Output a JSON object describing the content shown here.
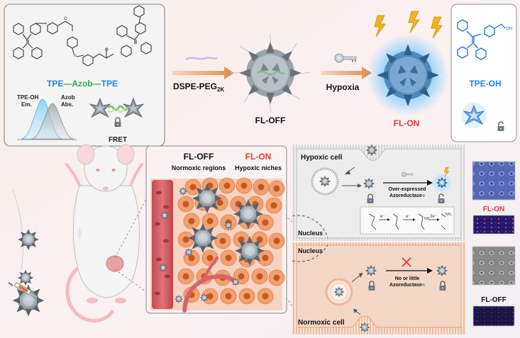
{
  "top": {
    "compound_label": {
      "tpe_left": "TPE",
      "azob": "Azob",
      "tpe_right": "TPE"
    },
    "spectrum": {
      "em_label_line1": "TPE-OH",
      "em_label_line2": "Em.",
      "abs_label_line1": "Azob",
      "abs_label_line2": "Abs."
    },
    "fret_label": "FRET",
    "step1_reagent": "DSPE-PEG",
    "step1_subscript": "2K",
    "step2_reagent": "Hypoxia",
    "fl_off_label": "FL-OFF",
    "fl_on_label": "FL-ON",
    "product_label": "TPE-OH",
    "oh_group": "OH"
  },
  "tissue": {
    "fl_off_title": "FL-OFF",
    "fl_off_sub": "Normoxic regions",
    "fl_on_title": "FL-ON",
    "fl_on_sub": "Hypoxic niches"
  },
  "cells": {
    "hypoxic_label": "Hypoxic cell",
    "over_expressed_line1": "Over-expressed",
    "over_expressed_line2": "Azoreductase",
    "nucleus_label": "Nucleus",
    "normoxic_label": "Normoxic cell",
    "little_line1": "No or little",
    "little_line2": "Azoreductase",
    "reaction_e1": "e⁻",
    "reaction_e2": "e⁻",
    "reaction_2e": "2e⁻",
    "reaction_nh": "NH",
    "reaction_nh2": "NH₂"
  },
  "images": {
    "fl_on_label": "FL-ON",
    "fl_off_label": "FL-OFF"
  },
  "colors": {
    "blue": "#1e88e5",
    "green": "#43a047",
    "red": "#e53935",
    "orange": "#e5872f",
    "nucleus": "#f0c9b2"
  }
}
